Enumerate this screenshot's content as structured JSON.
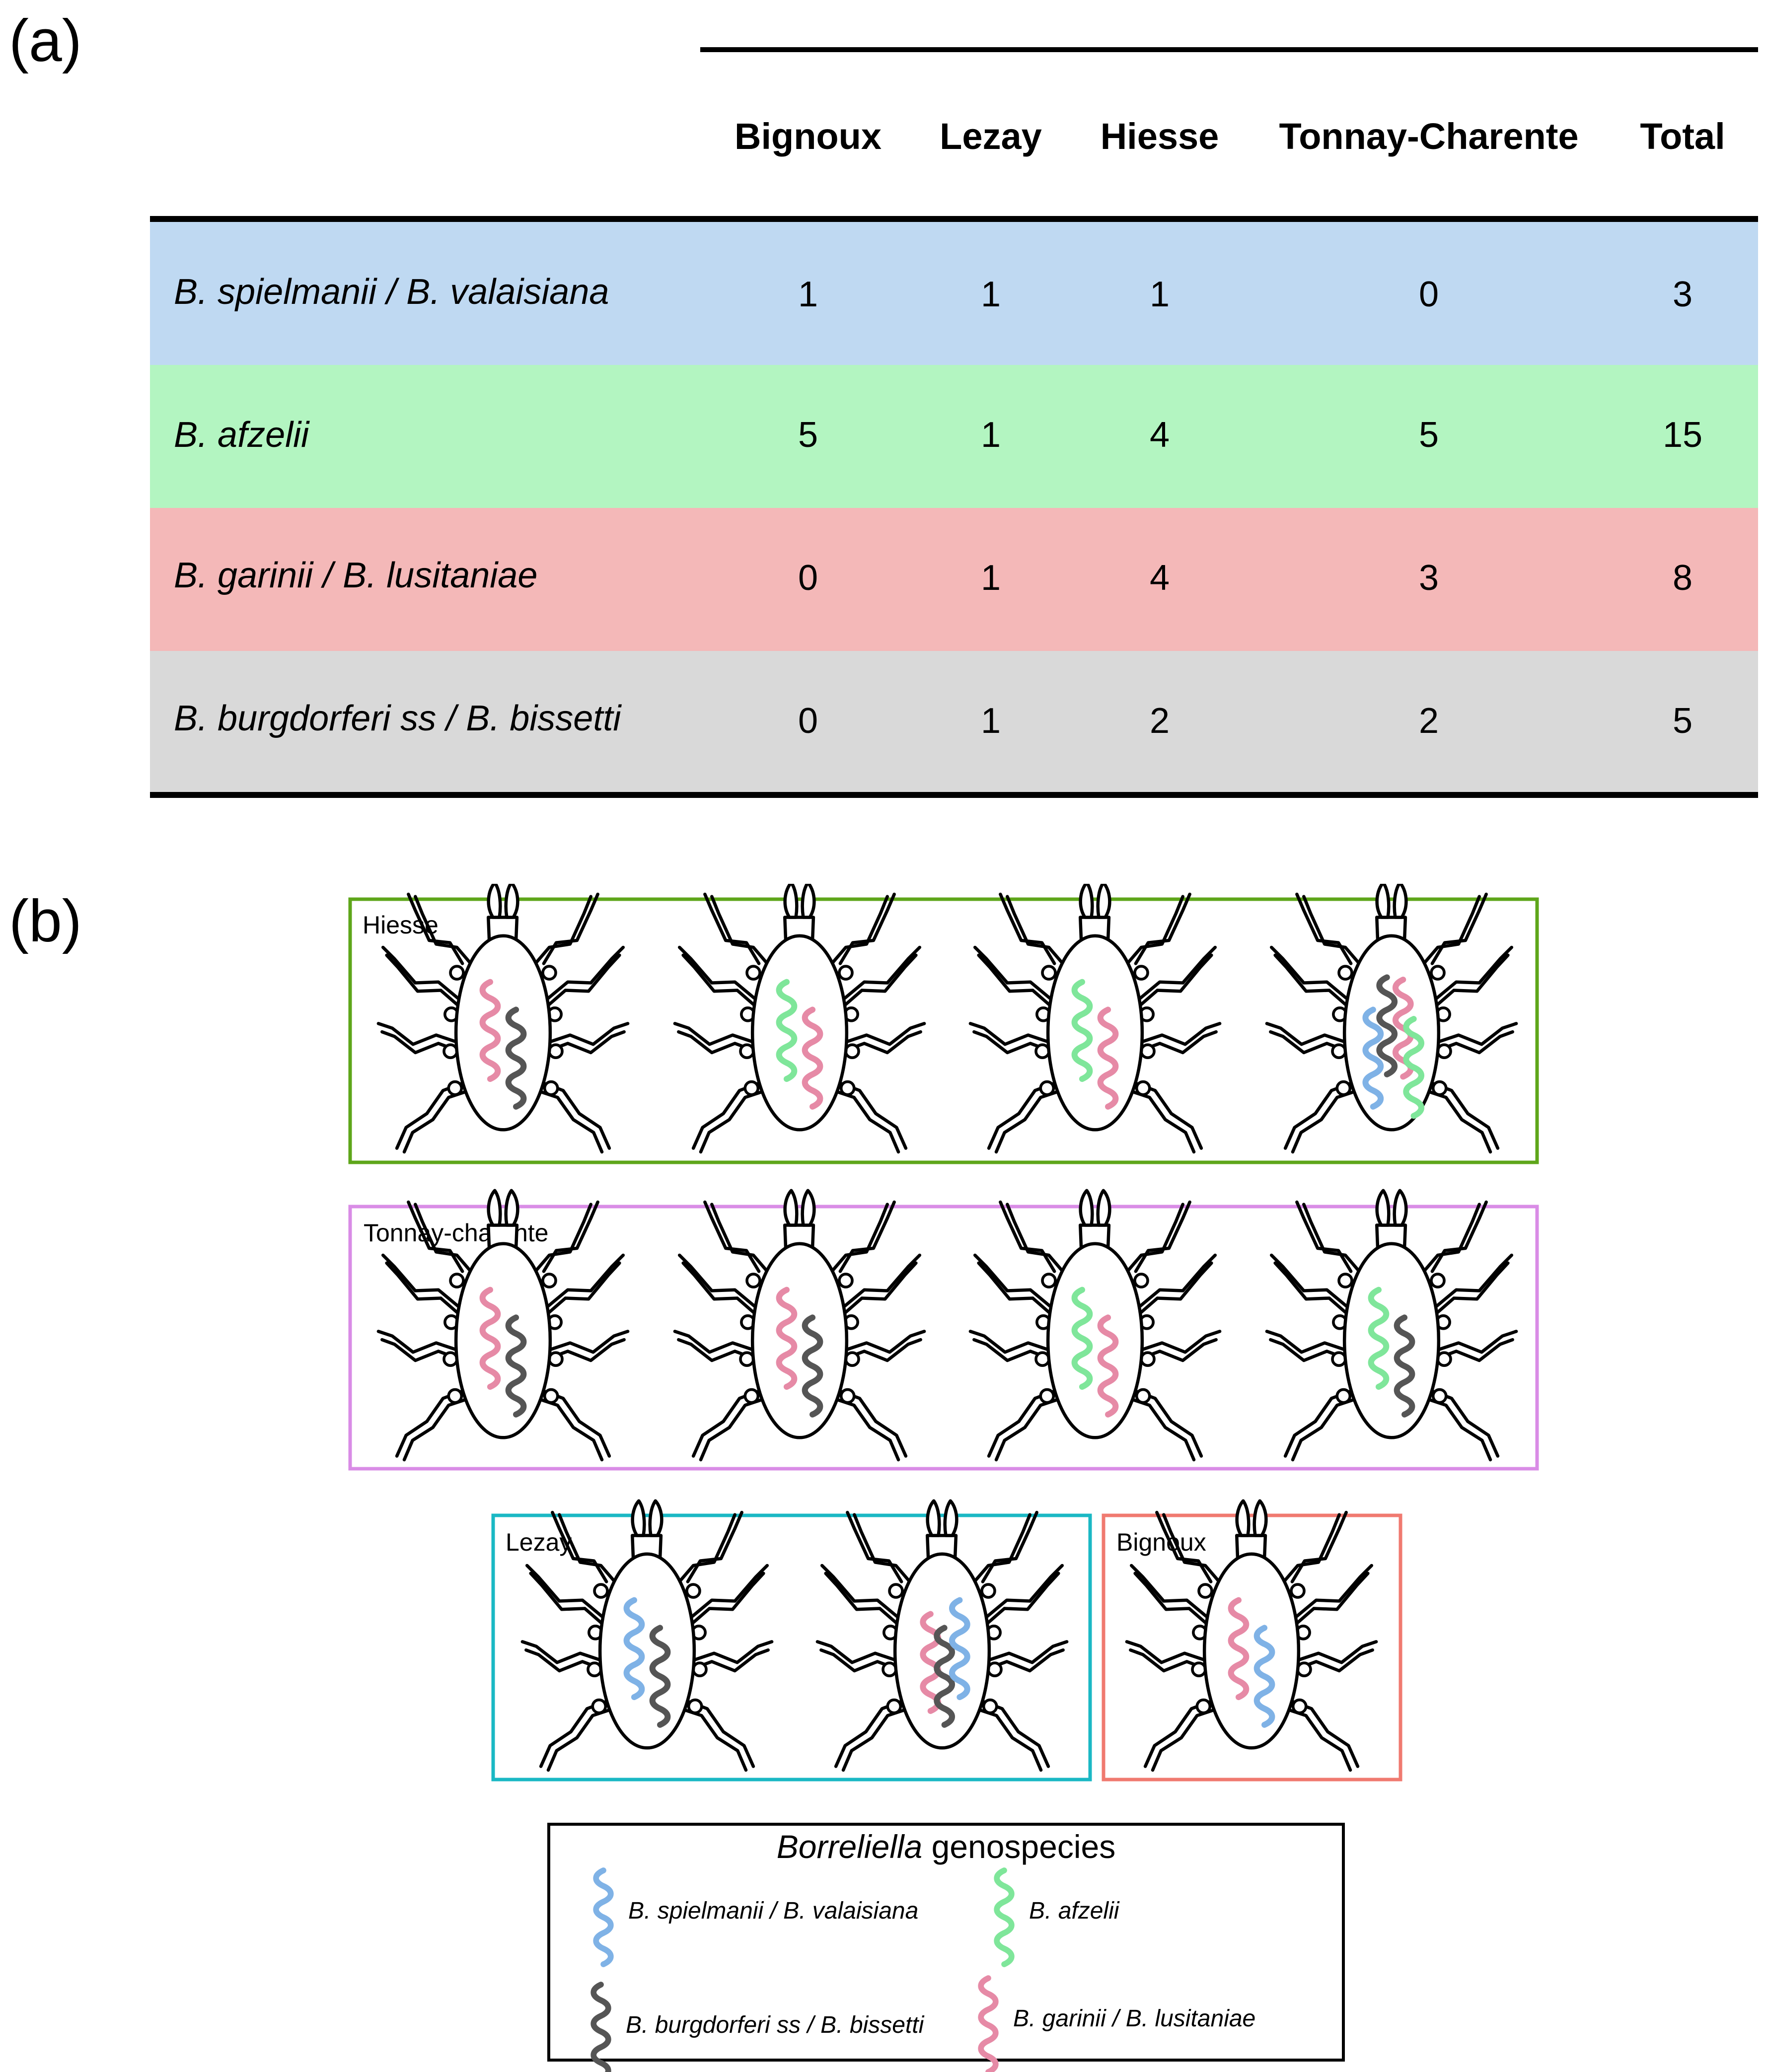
{
  "panel_a_label": "(a)",
  "panel_b_label": "(b)",
  "table": {
    "columns": [
      "Bignoux",
      "Lezay",
      "Hiesse",
      "Tonnay-Charente",
      "Total"
    ],
    "rows": [
      {
        "name": "B. spielmanii / B. valaisiana",
        "color": "#bfd9f2",
        "values": [
          "1",
          "1",
          "1",
          "0",
          "3"
        ]
      },
      {
        "name": "B. afzelii",
        "color": "#b3f5c1",
        "values": [
          "5",
          "1",
          "4",
          "5",
          "15"
        ]
      },
      {
        "name": "B. garinii / B. lusitaniae",
        "color": "#f4b8b8",
        "values": [
          "0",
          "1",
          "4",
          "3",
          "8"
        ]
      },
      {
        "name": "B. burgdorferi ss / B. bissetti",
        "color": "#d9d9d9",
        "values": [
          "0",
          "1",
          "2",
          "2",
          "5"
        ]
      }
    ]
  },
  "colors": {
    "spielmanii_valaisiana": "#7fb2e6",
    "afzelii": "#7fe69a",
    "garinii_lusitaniae": "#e68aa6",
    "burgdorferi_bissetti": "#555555"
  },
  "sites": [
    {
      "name": "Hiesse",
      "border": "#5ea61a",
      "ticks": [
        [
          "garinii_lusitaniae",
          "burgdorferi_bissetti"
        ],
        [
          "afzelii",
          "garinii_lusitaniae"
        ],
        [
          "afzelii",
          "garinii_lusitaniae"
        ],
        [
          "spielmanii_valaisiana",
          "burgdorferi_bissetti",
          "garinii_lusitaniae",
          "afzelii"
        ]
      ]
    },
    {
      "name": "Tonnay-charente",
      "border": "#d98ce6",
      "ticks": [
        [
          "garinii_lusitaniae",
          "burgdorferi_bissetti"
        ],
        [
          "garinii_lusitaniae",
          "burgdorferi_bissetti"
        ],
        [
          "afzelii",
          "garinii_lusitaniae"
        ],
        [
          "afzelii",
          "burgdorferi_bissetti"
        ]
      ]
    },
    {
      "name": "Lezay",
      "border": "#1ab8c4",
      "ticks": [
        [
          "spielmanii_valaisiana",
          "burgdorferi_bissetti"
        ],
        [
          "garinii_lusitaniae",
          "burgdorferi_bissetti",
          "spielmanii_valaisiana"
        ]
      ]
    },
    {
      "name": "Bignoux",
      "border": "#f07a70",
      "ticks": [
        [
          "garinii_lusitaniae",
          "spielmanii_valaisiana"
        ]
      ]
    }
  ],
  "legend": {
    "title_italic": "Borreliella",
    "title_rest": " genospecies",
    "items": [
      {
        "key": "spielmanii_valaisiana",
        "label": "B. spielmanii / B. valaisiana"
      },
      {
        "key": "afzelii",
        "label": "B. afzelii"
      },
      {
        "key": "burgdorferi_bissetti",
        "label": "B. burgdorferi ss / B. bissetti"
      },
      {
        "key": "garinii_lusitaniae",
        "label": "B. garinii / B. lusitaniae"
      }
    ]
  }
}
